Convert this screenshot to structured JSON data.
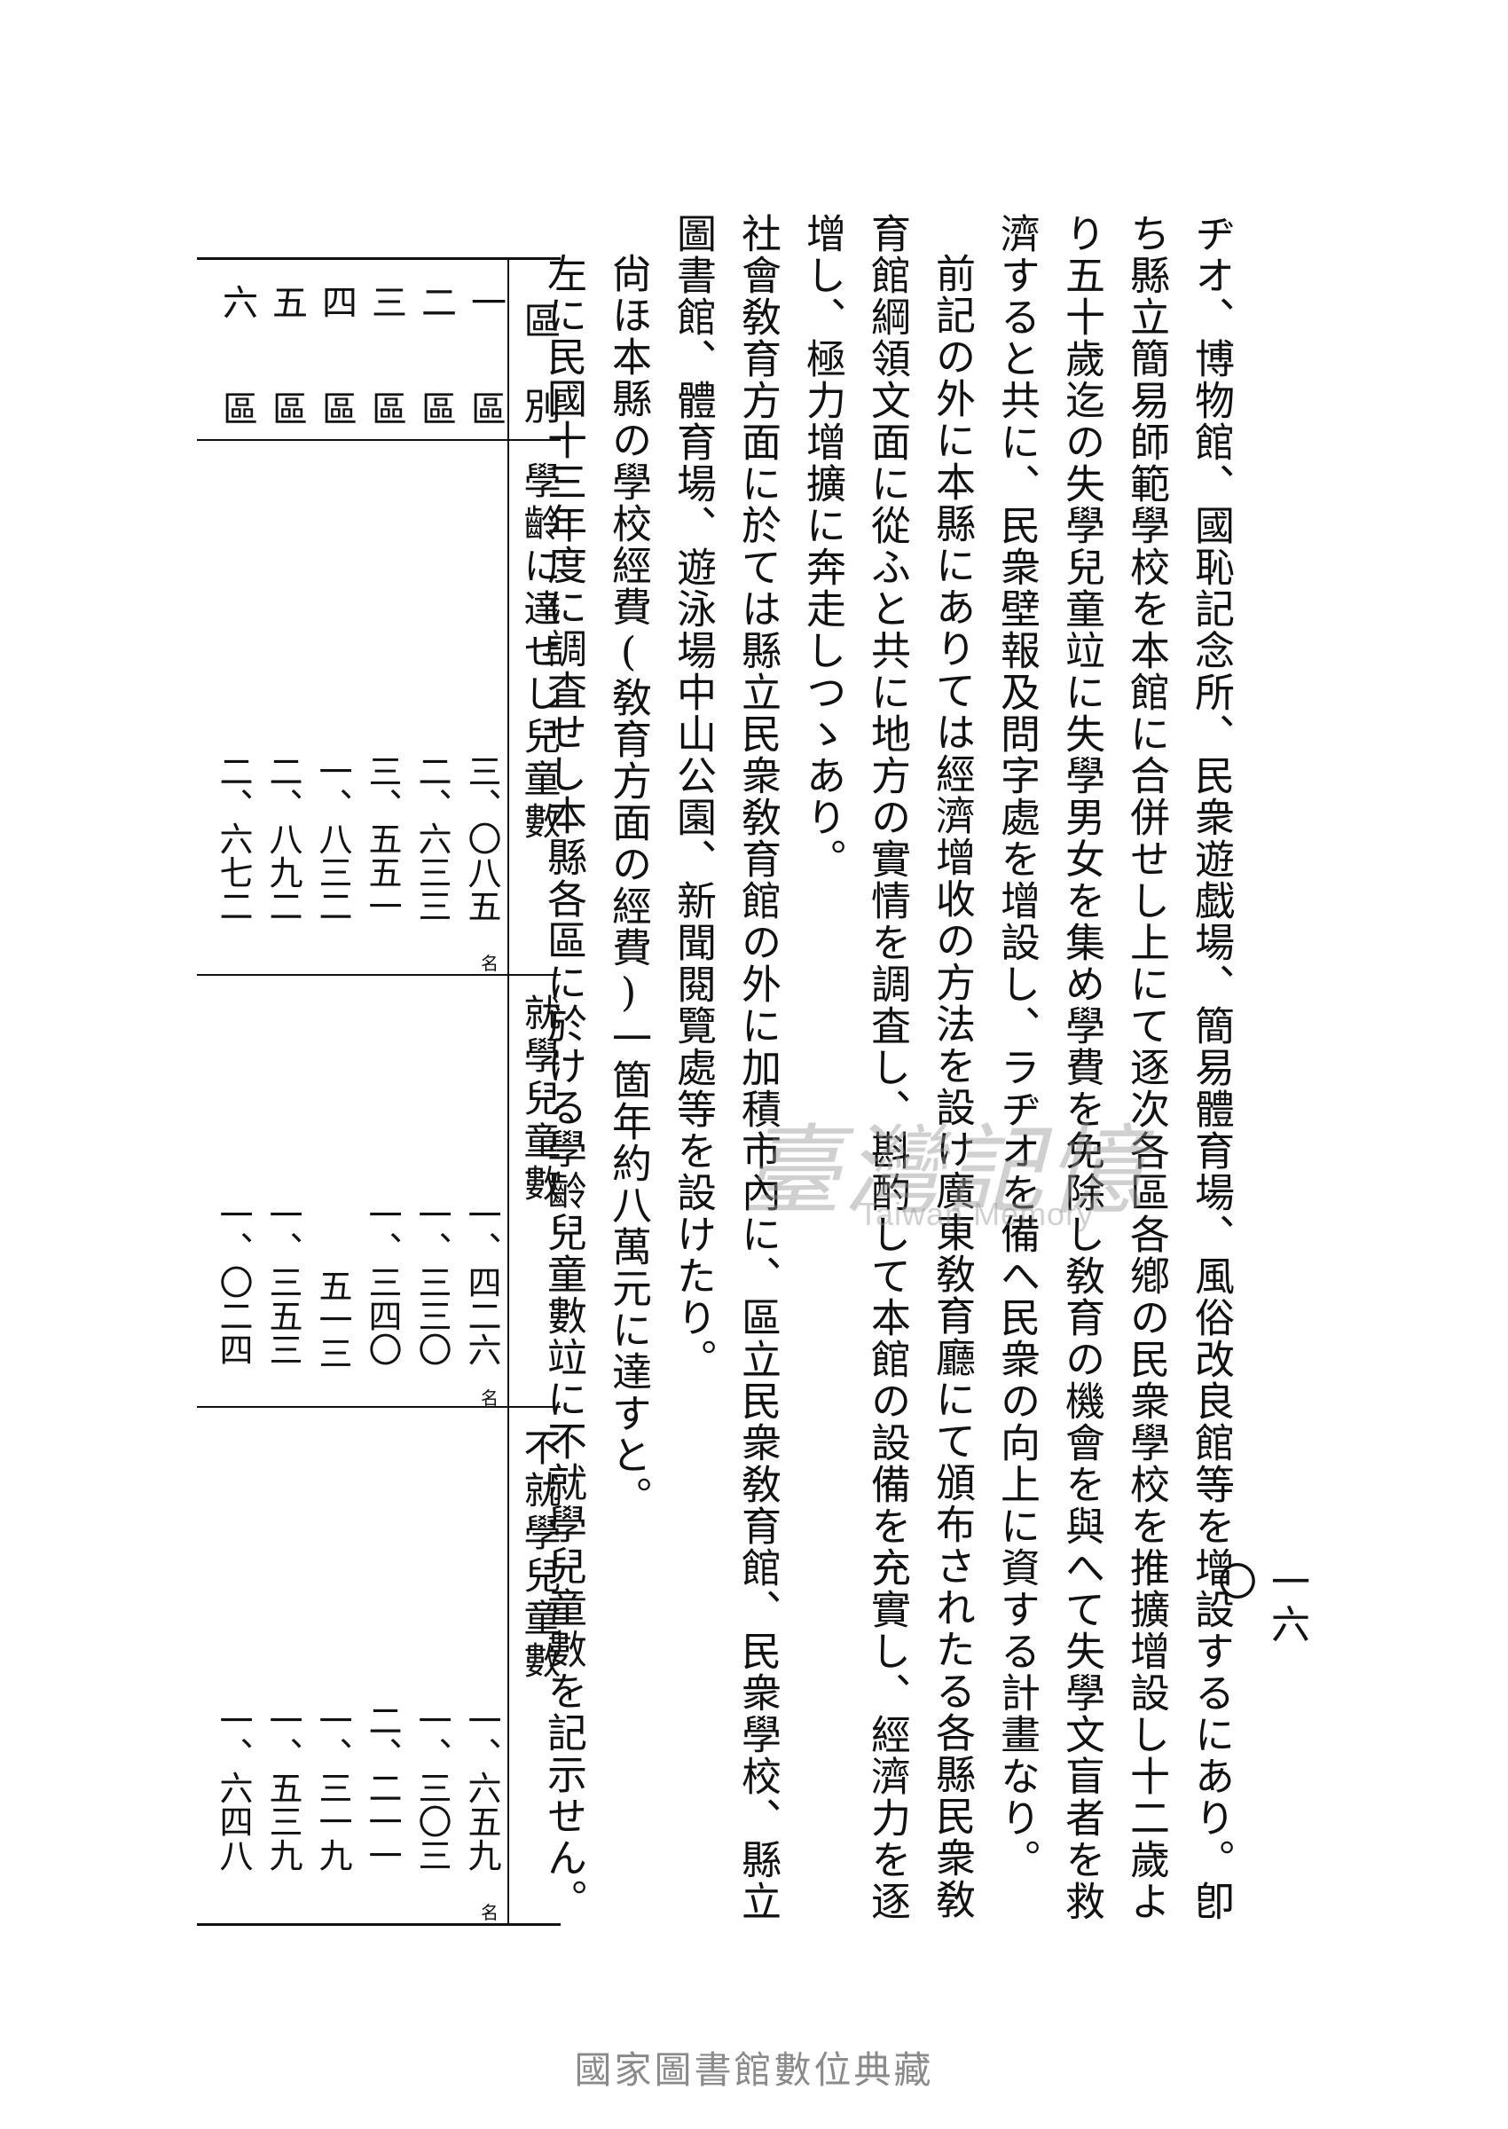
{
  "page_number": "一六〇",
  "paragraphs": [
    {
      "indent": false,
      "text": "ヂオ、博物館、國恥記念所、民衆遊戯場、簡易體育場、風俗改良館等を增設するにあり。卽ち縣立簡易師範學校を本館に合併せし上にて逐次各區各鄕の民衆學校を推擴增設し十二歲より五十歲迄の失學兒童竝に失學男女を集め學費を免除し敎育の機會を與へて失學文盲者を救濟すると共に、民衆壁報及問字處を增設し、ラヂオを備へ民衆の向上に資する計畫なり。"
    },
    {
      "indent": true,
      "text": "前記の外に本縣にありては經濟增收の方法を設け廣東敎育廳にて頒布されたる各縣民衆敎育館綱領文面に從ふと共に地方の實情を調査し、斟酌して本館の設備を充實し、經濟力を逐增し、極力增擴に奔走しつゝあり。"
    },
    {
      "indent": false,
      "text": "社會敎育方面に於ては縣立民衆敎育館の外に加積市內に、區立民衆敎育館、民衆學校、縣立圖書館、體育場、遊泳場中山公園、新聞閱覽處等を設けたり。"
    },
    {
      "indent": true,
      "text": "尙ほ本縣の學校經費(敎育方面の經費)一箇年約八萬元に達すと。"
    },
    {
      "indent": true,
      "text": "左に民國十三年度に調査せし本縣各區に於ける學齡兒童數竝に不就學兒童數を記示せん。"
    }
  ],
  "table": {
    "headers": {
      "district": "區　別",
      "school_age": "學齡に達せし兒童數",
      "enrolled": "就學兒童數",
      "not_enrolled": "不就學兒童數"
    },
    "unit": "名",
    "rows": [
      {
        "num": "一",
        "ku": "區",
        "school_age": "三、〇八五",
        "enrolled": "一、四二六",
        "not_enrolled": "一、六五九"
      },
      {
        "num": "二",
        "ku": "區",
        "school_age": "二、六三三",
        "enrolled": "一、三三〇",
        "not_enrolled": "一、三〇三"
      },
      {
        "num": "三",
        "ku": "區",
        "school_age": "三、五五一",
        "enrolled": "一、三四〇",
        "not_enrolled": "二、二一一"
      },
      {
        "num": "四",
        "ku": "區",
        "school_age": "一、八三二",
        "enrolled": "五一三",
        "not_enrolled": "一、三一九"
      },
      {
        "num": "五",
        "ku": "區",
        "school_age": "二、八九二",
        "enrolled": "一、三五三",
        "not_enrolled": "一、五三九"
      },
      {
        "num": "六",
        "ku": "區",
        "school_age": "二、六七二",
        "enrolled": "一、〇二四",
        "not_enrolled": "一、六四八"
      }
    ]
  },
  "watermark": {
    "main": "臺灣記憶",
    "sub": "Taiwan Memory"
  },
  "footer": "國家圖書館數位典藏"
}
